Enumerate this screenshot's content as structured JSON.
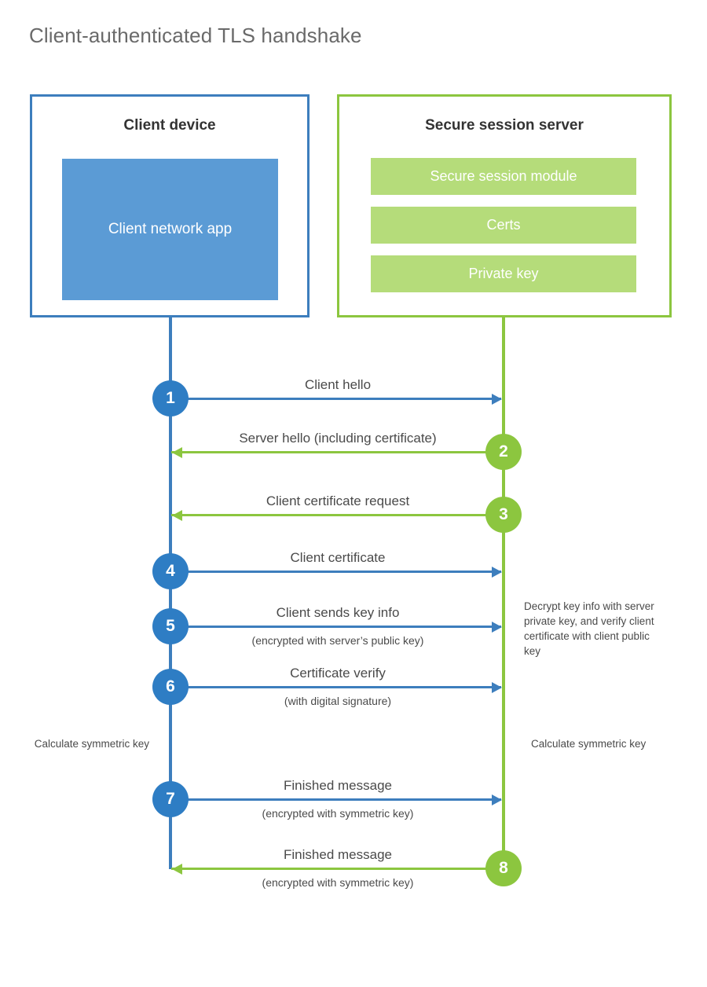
{
  "title": "Client-authenticated TLS handshake",
  "colors": {
    "client_border": "#3d7ebd",
    "client_app_fill": "#5b9bd5",
    "client_badge": "#2e7dc4",
    "server_border": "#8cc63f",
    "server_bar_fill": "#b5dc7a",
    "server_badge": "#8cc63f",
    "title_text": "#6a6a6a",
    "body_text": "#4a4a4a"
  },
  "client": {
    "title": "Client device",
    "app_label": "Client network app"
  },
  "server": {
    "title": "Secure session server",
    "components": [
      "Secure session module",
      "Certs",
      "Private key"
    ]
  },
  "messages": [
    {
      "step": "1",
      "label": "Client hello",
      "sublabel": "",
      "direction": "right",
      "origin": "client"
    },
    {
      "step": "2",
      "label": "Server hello (including certificate)",
      "sublabel": "",
      "direction": "left",
      "origin": "server"
    },
    {
      "step": "3",
      "label": "Client certificate request",
      "sublabel": "",
      "direction": "left",
      "origin": "server"
    },
    {
      "step": "4",
      "label": "Client certificate",
      "sublabel": "",
      "direction": "right",
      "origin": "client"
    },
    {
      "step": "5",
      "label": "Client sends key info",
      "sublabel": "(encrypted with server’s public key)",
      "direction": "right",
      "origin": "client"
    },
    {
      "step": "6",
      "label": "Certificate verify",
      "sublabel": "(with digital signature)",
      "direction": "right",
      "origin": "client"
    },
    {
      "step": "7",
      "label": "Finished message",
      "sublabel": "(encrypted with symmetric key)",
      "direction": "right",
      "origin": "client"
    },
    {
      "step": "8",
      "label": "Finished message",
      "sublabel": "(encrypted with symmetric key)",
      "direction": "left",
      "origin": "server"
    }
  ],
  "notes": {
    "decrypt": "Decrypt key info with server private key, and verify client certificate with client public key",
    "calculate_client": "Calculate symmetric key",
    "calculate_server": "Calculate symmetric key"
  }
}
